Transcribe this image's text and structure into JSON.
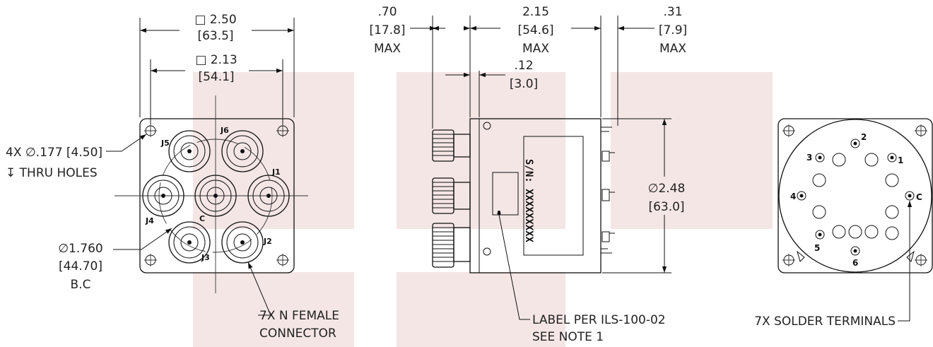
{
  "front_view": {
    "outer_square": {
      "symbol": "□",
      "inch": "2.50",
      "mm": "[63.5]"
    },
    "bolt_square": {
      "symbol": "□",
      "inch": "2.13",
      "mm": "[54.1]"
    },
    "holes": {
      "line1": "4X ∅.177 [4.50]",
      "line2": "↧ THRU HOLES"
    },
    "bolt_circle": {
      "inch": "∅1.760",
      "mm": "[44.70]",
      "suffix": "B.C"
    },
    "connector_note": {
      "line1": "7X N FEMALE",
      "line2": "CONNECTOR"
    },
    "port_labels": {
      "j1": "J1",
      "j2": "J2",
      "j3": "J3",
      "j4": "J4",
      "j5": "J5",
      "j6": "J6",
      "c": "C"
    }
  },
  "side_view": {
    "connector_len": {
      "inch": ".70",
      "mm": "[17.8]",
      "suffix": "MAX"
    },
    "body_len": {
      "inch": "2.15",
      "mm": "[54.6]",
      "suffix": "MAX"
    },
    "terminal_len": {
      "inch": ".31",
      "mm": "[7.9]",
      "suffix": "MAX"
    },
    "flange": {
      "inch": ".12",
      "mm": "[3.0]"
    },
    "diameter": {
      "inch": "∅2.48",
      "mm": "[63.0]"
    },
    "serial": "S/N: XXXXXXXXX",
    "label_note": {
      "line1": "LABEL PER ILS-100-02",
      "line2": "SEE NOTE 1"
    }
  },
  "rear_view": {
    "terminal_note": "7X SOLDER TERMINALS",
    "pin_labels": {
      "p1": "1",
      "p2": "2",
      "p3": "3",
      "p4": "4",
      "p5": "5",
      "p6": "6",
      "c": "C"
    }
  }
}
